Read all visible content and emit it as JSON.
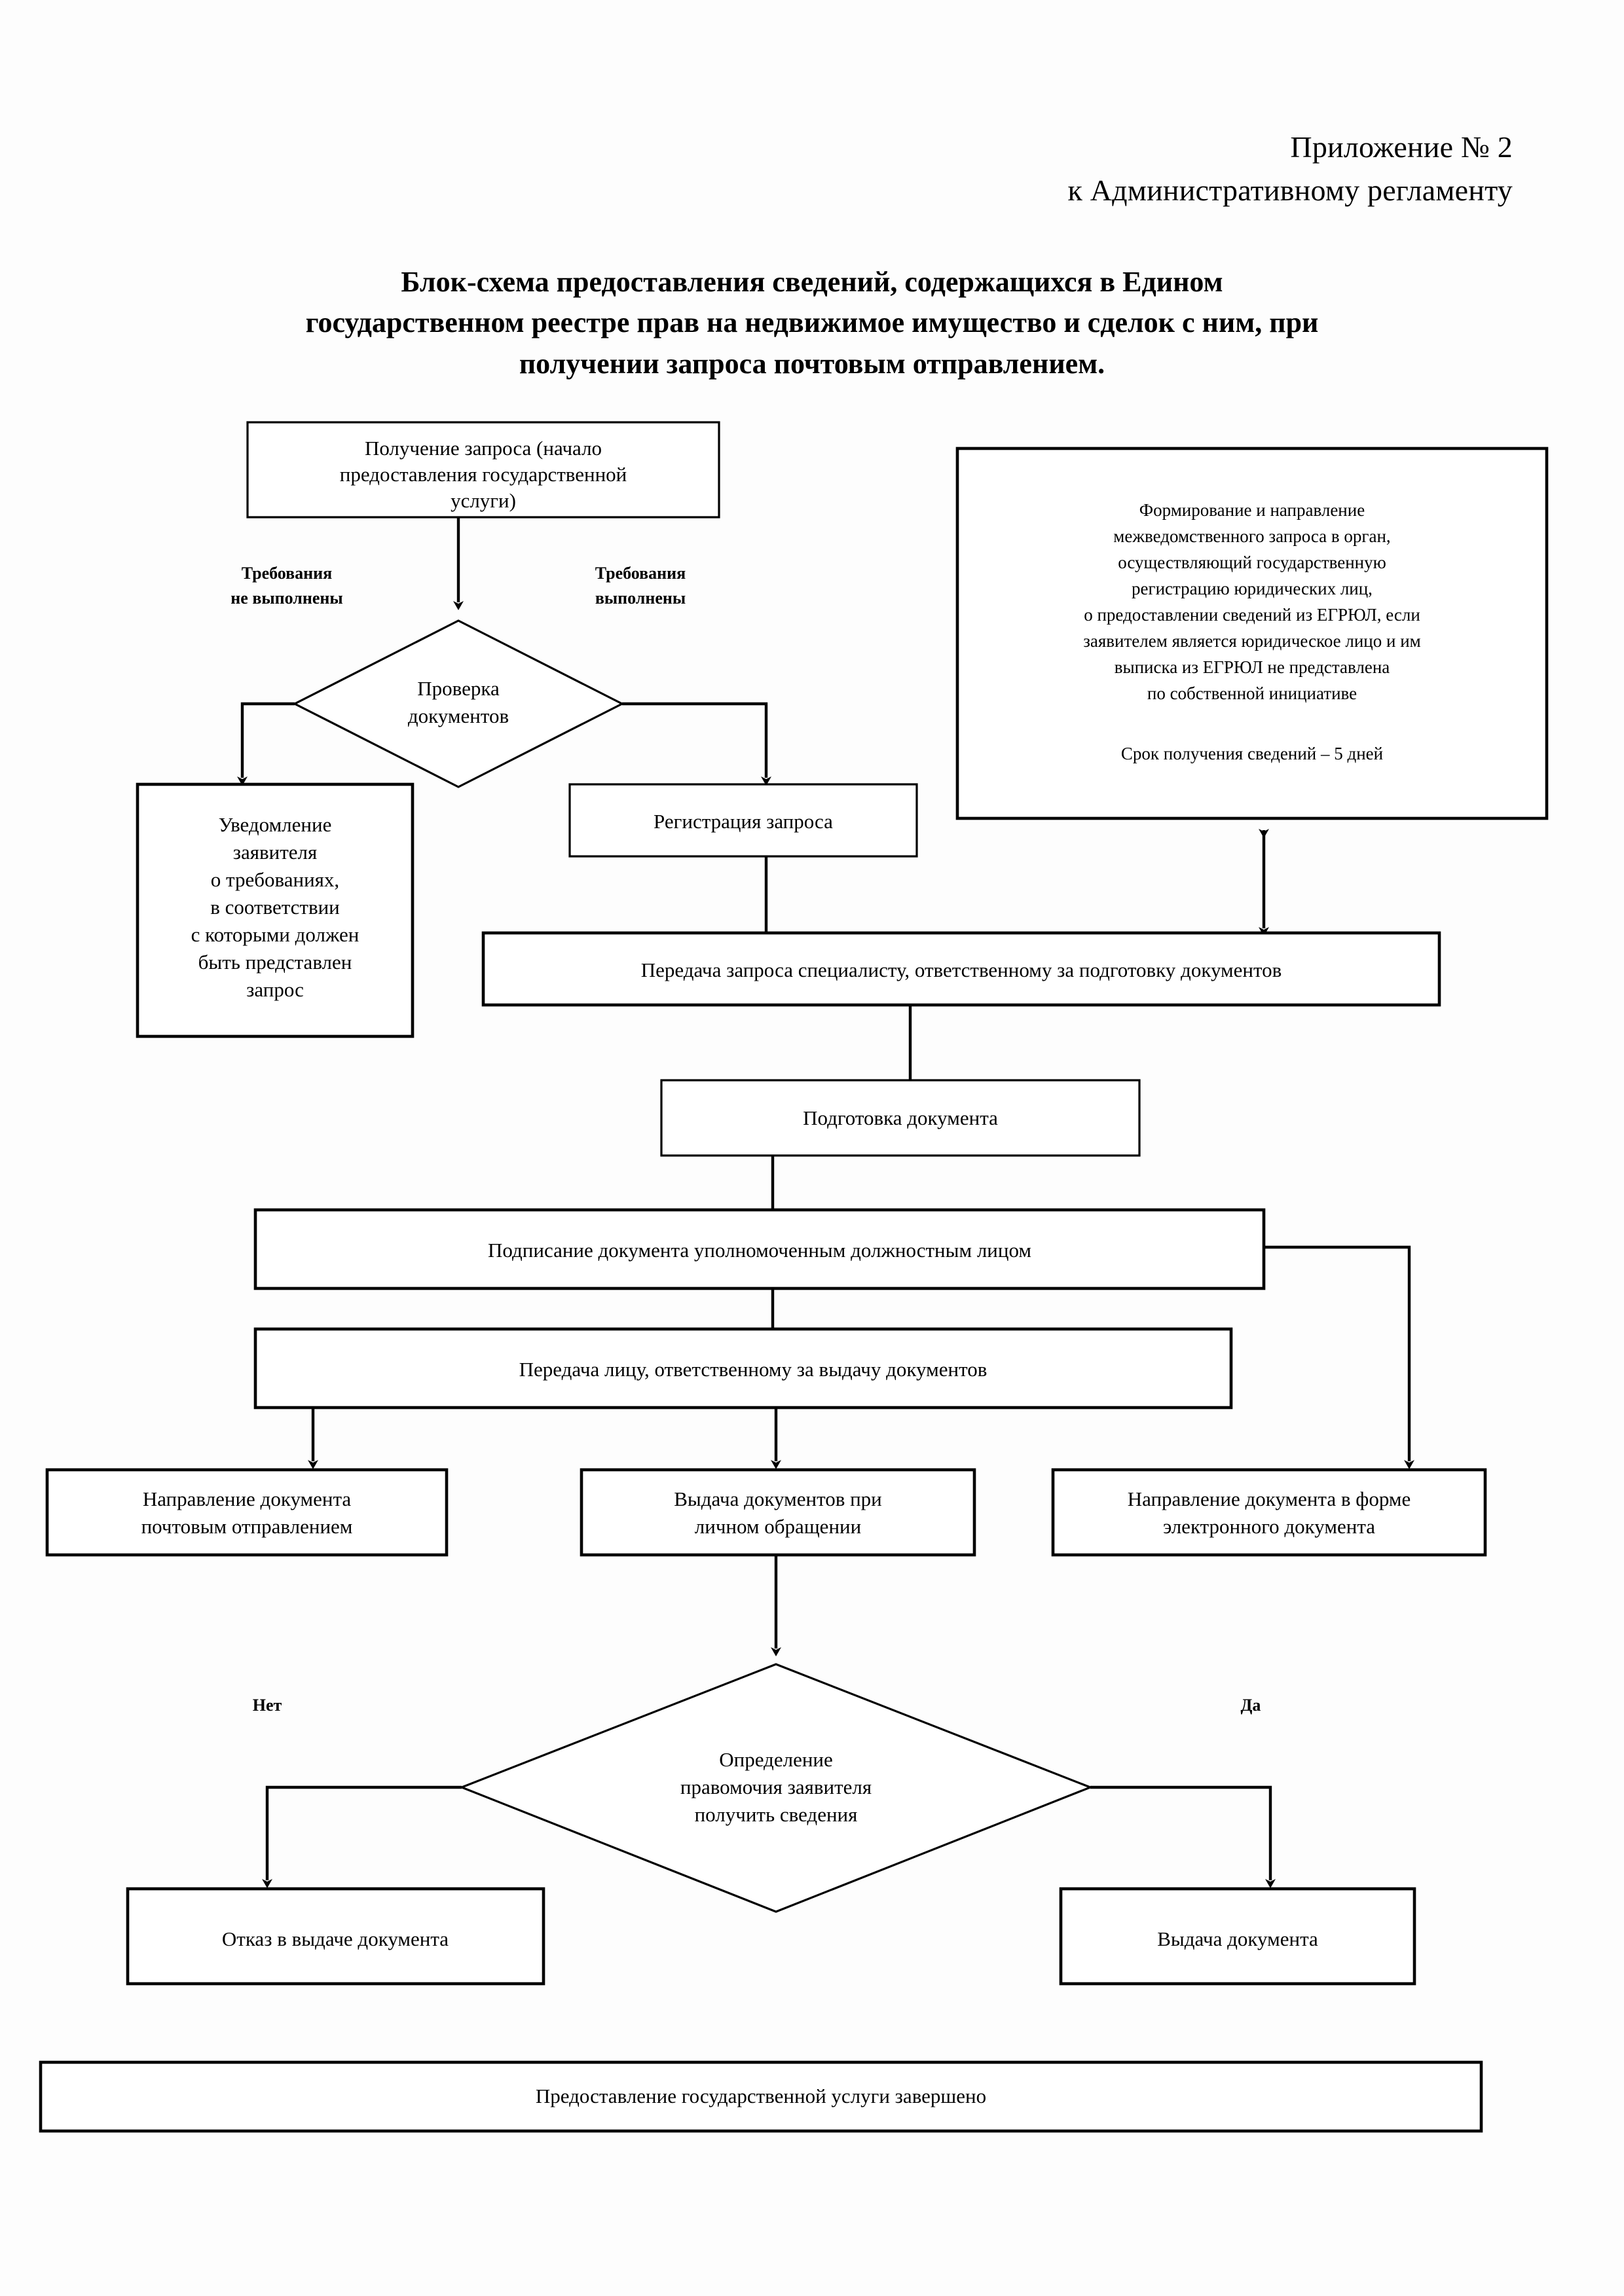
{
  "header": {
    "line1": "Приложение № 2",
    "line2": "к Административному регламенту"
  },
  "title": {
    "line1": "Блок-схема предоставления сведений, содержащихся в Едином",
    "line2": "государственном реестре прав на недвижимое имущество и сделок с ним, при",
    "line3": "получении запроса почтовым отправлением."
  },
  "flow": {
    "start": {
      "l1": "Получение запроса (начало",
      "l2": "предоставления государственной",
      "l3": "услуги)"
    },
    "interdept": {
      "l1": "Формирование и направление",
      "l2": "межведомственного запроса в орган,",
      "l3": "осуществляющий государственную",
      "l4": "регистрацию юридических лиц,",
      "l5": "о предоставлении сведений из ЕГРЮЛ, если",
      "l6": "заявителем является юридическое лицо и им",
      "l7": "выписка из ЕГРЮЛ не представлена",
      "l8": "по собственной инициативе",
      "l9": "Срок получения сведений – 5 дней"
    },
    "labels": {
      "req_not_met_1": "Требования",
      "req_not_met_2": "не выполнены",
      "req_met_1": "Требования",
      "req_met_2": "выполнены",
      "no": "Нет",
      "yes": "Да"
    },
    "check": {
      "l1": "Проверка",
      "l2": "документов"
    },
    "notify": {
      "l1": "Уведомление",
      "l2": "заявителя",
      "l3": "о требованиях,",
      "l4": "в соответствии",
      "l5": "с которыми должен",
      "l6": "быть представлен",
      "l7": "запрос"
    },
    "register": "Регистрация запроса",
    "transfer_specialist": "Передача запроса специалисту, ответственному за подготовку документов",
    "prepare": "Подготовка документа",
    "sign": "Подписание документа уполномоченным должностным лицом",
    "transfer_issuer": "Передача лицу, ответственному за выдачу документов",
    "out_post": {
      "l1": "Направление документа",
      "l2": "почтовым отправлением"
    },
    "out_person": {
      "l1": "Выдача документов при",
      "l2": "личном обращении"
    },
    "out_electronic": {
      "l1": "Направление документа в форме",
      "l2": "электронного документа"
    },
    "authority": {
      "l1": "Определение",
      "l2": "правомочия заявителя",
      "l3": "получить сведения"
    },
    "refusal": "Отказ в выдаче документа",
    "issue": "Выдача документа",
    "finish": "Предоставление государственной услуги завершено"
  }
}
